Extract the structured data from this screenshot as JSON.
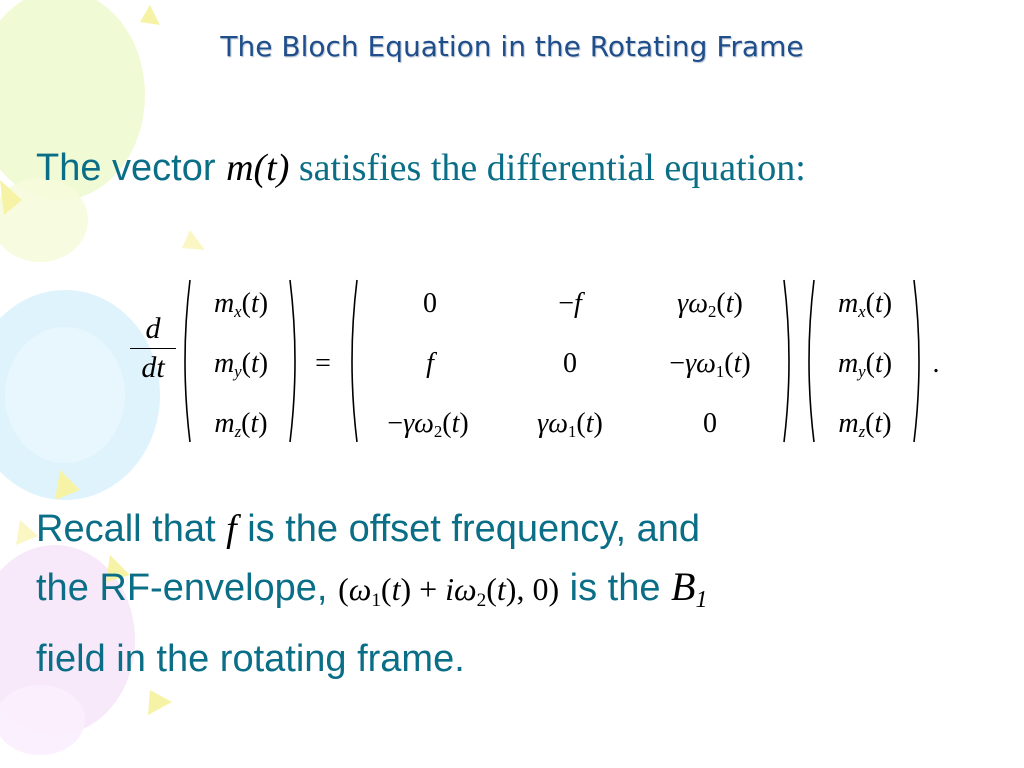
{
  "title": "The Bloch Equation in the Rotating Frame",
  "para1": {
    "prefix": "The vector ",
    "var": "m(t)",
    "rest": " satisfies the differential equation:"
  },
  "equation": {
    "d": "d",
    "dt": "dt",
    "lhs": [
      "m_x(t)",
      "m_y(t)",
      "m_z(t)"
    ],
    "matrix": [
      [
        "0",
        "−f",
        "γω_2(t)"
      ],
      [
        "f",
        "0",
        "−γω_1(t)"
      ],
      [
        "−γω_2(t)",
        "γω_1(t)",
        "0"
      ]
    ],
    "rhs": [
      "m_x(t)",
      "m_y(t)",
      "m_z(t)"
    ],
    "equals": "=",
    "period": "."
  },
  "para2": {
    "l1a": "Recall that ",
    "f": "f",
    "l1b": " is the offset frequency, and",
    "l2a": "the RF-envelope, ",
    "expr": "(ω_1(t) + iω_2(t), 0)",
    "l2b": " is the ",
    "b1": "B",
    "b1sub": "1",
    "l3": "field in the rotating frame."
  }
}
